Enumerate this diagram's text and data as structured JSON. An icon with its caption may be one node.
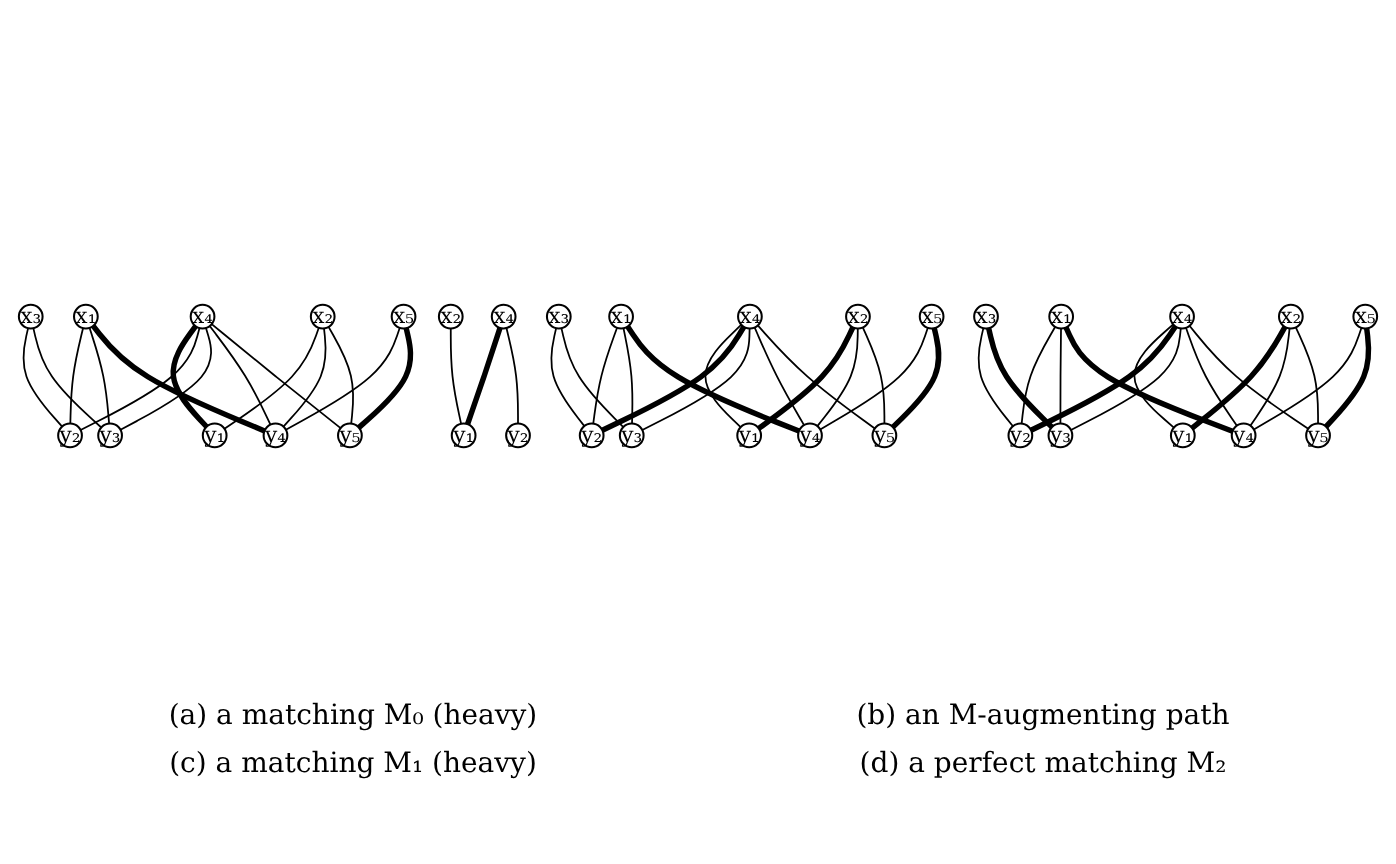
{
  "diagram": {
    "nodes": [
      {
        "text": [
          "x₁"
        ]
      },
      {
        "text": [
          "x₂"
        ]
      },
      {
        "text": [
          "x₃"
        ]
      },
      {
        "text": [
          "x₄"
        ]
      },
      {
        "text": [
          "x₅"
        ]
      },
      {
        "text": [
          "y₁"
        ]
      },
      {
        "text": [
          "y₂"
        ]
      },
      {
        "text": [
          "y₃"
        ]
      },
      {
        "text": [
          "y₄"
        ]
      },
      {
        "text": [
          "y₅"
        ]
      },
      {
        "text": [
          "x₂"
        ]
      },
      {
        "text": [
          "x₄"
        ]
      },
      {
        "text": [
          "y₁"
        ]
      },
      {
        "text": [
          "y₂"
        ]
      },
      {
        "text": [
          "x₁"
        ]
      },
      {
        "text": [
          "x₂"
        ]
      },
      {
        "text": [
          "x₃"
        ]
      },
      {
        "text": [
          "x₄"
        ]
      },
      {
        "text": [
          "x₅"
        ]
      },
      {
        "text": [
          "y₁"
        ]
      },
      {
        "text": [
          "y₂"
        ]
      },
      {
        "text": [
          "y₃"
        ]
      },
      {
        "text": [
          "y₄"
        ]
      },
      {
        "text": [
          "y₅"
        ]
      },
      {
        "text": [
          "x₁"
        ]
      },
      {
        "text": [
          "x₂"
        ]
      },
      {
        "text": [
          "x₃"
        ]
      },
      {
        "text": [
          "x₄"
        ]
      },
      {
        "text": [
          "x₅"
        ]
      },
      {
        "text": [
          "y₁"
        ]
      },
      {
        "text": [
          "y₂"
        ]
      },
      {
        "text": [
          "y₃"
        ]
      },
      {
        "text": [
          "y₄"
        ]
      },
      {
        "text": [
          "y₅"
        ]
      }
    ],
    "edges": [
      {
        "from": 0,
        "to": 6,
        "arrow": "none"
      },
      {
        "from": 0,
        "to": 7,
        "arrow": "none"
      },
      {
        "from": 0,
        "to": 8,
        "arrow": "none",
        "style": "thick"
      },
      {
        "from": 1,
        "to": 5,
        "arrow": "none"
      },
      {
        "from": 1,
        "to": 8,
        "arrow": "none"
      },
      {
        "from": 1,
        "to": 9,
        "arrow": "none"
      },
      {
        "from": 2,
        "to": 6,
        "arrow": "none"
      },
      {
        "from": 2,
        "to": 7,
        "arrow": "none"
      },
      {
        "from": 3,
        "to": 5,
        "arrow": "none",
        "style": "thick"
      },
      {
        "from": 3,
        "to": 6,
        "arrow": "none"
      },
      {
        "from": 3,
        "to": 7,
        "arrow": "none"
      },
      {
        "from": 3,
        "to": 8,
        "arrow": "none"
      },
      {
        "from": 3,
        "to": 9,
        "arrow": "none"
      },
      {
        "from": 4,
        "to": 8,
        "arrow": "none"
      },
      {
        "from": 4,
        "to": 9,
        "arrow": "none",
        "style": "thick"
      },
      {
        "from": 10,
        "to": 12,
        "arrow": "none"
      },
      {
        "from": 11,
        "to": 12,
        "arrow": "none",
        "style": "thick"
      },
      {
        "from": 11,
        "to": 13,
        "arrow": "none"
      },
      {
        "from": 14,
        "to": 20,
        "arrow": "none"
      },
      {
        "from": 14,
        "to": 21,
        "arrow": "none"
      },
      {
        "from": 14,
        "to": 22,
        "arrow": "none",
        "style": "thick"
      },
      {
        "from": 15,
        "to": 19,
        "arrow": "none",
        "style": "thick"
      },
      {
        "from": 15,
        "to": 22,
        "arrow": "none"
      },
      {
        "from": 15,
        "to": 23,
        "arrow": "none"
      },
      {
        "from": 16,
        "to": 20,
        "arrow": "none"
      },
      {
        "from": 16,
        "to": 21,
        "arrow": "none"
      },
      {
        "from": 17,
        "to": 19,
        "arrow": "none"
      },
      {
        "from": 17,
        "to": 20,
        "arrow": "none",
        "style": "thick"
      },
      {
        "from": 17,
        "to": 21,
        "arrow": "none"
      },
      {
        "from": 17,
        "to": 22,
        "arrow": "none"
      },
      {
        "from": 17,
        "to": 23,
        "arrow": "none"
      },
      {
        "from": 18,
        "to": 22,
        "arrow": "none"
      },
      {
        "from": 18,
        "to": 23,
        "arrow": "none",
        "style": "thick"
      },
      {
        "from": 24,
        "to": 30,
        "arrow": "none"
      },
      {
        "from": 24,
        "to": 31,
        "arrow": "none"
      },
      {
        "from": 24,
        "to": 32,
        "arrow": "none",
        "style": "thick"
      },
      {
        "from": 25,
        "to": 29,
        "arrow": "none",
        "style": "thick"
      },
      {
        "from": 25,
        "to": 32,
        "arrow": "none"
      },
      {
        "from": 25,
        "to": 33,
        "arrow": "none"
      },
      {
        "from": 26,
        "to": 30,
        "arrow": "none"
      },
      {
        "from": 26,
        "to": 31,
        "arrow": "none",
        "style": "thick"
      },
      {
        "from": 27,
        "to": 29,
        "arrow": "none"
      },
      {
        "from": 27,
        "to": 30,
        "arrow": "none",
        "style": "thick"
      },
      {
        "from": 27,
        "to": 31,
        "arrow": "none"
      },
      {
        "from": 27,
        "to": 32,
        "arrow": "none"
      },
      {
        "from": 27,
        "to": 33,
        "arrow": "none"
      },
      {
        "from": 28,
        "to": 32,
        "arrow": "none"
      },
      {
        "from": 28,
        "to": 33,
        "arrow": "none",
        "style": "thick"
      }
    ],
    "labels": [
      "(a) a matching M₀ (heavy)",
      "(b) an M-augmenting path",
      "(c) a matching M₁ (heavy)",
      "(d) a perfect matching M₂"
    ]
  }
}
